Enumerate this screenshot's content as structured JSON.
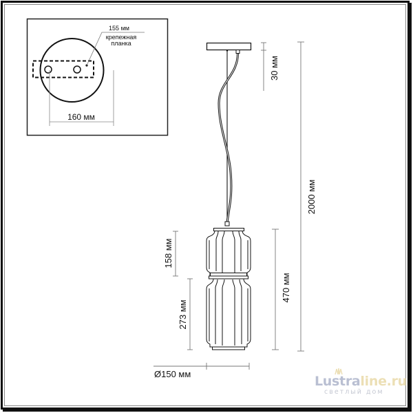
{
  "inset": {
    "bracket_width_label": "155 мм",
    "bracket_name_line1": "крепежная",
    "bracket_name_line2": "планка",
    "canopy_diameter_label": "160 мм"
  },
  "dimensions": {
    "canopy_height": "30 мм",
    "total_height": "2000 мм",
    "upper_shade_height": "158 мм",
    "lower_shade_height": "273 мм",
    "body_height": "470 мм",
    "diameter": "Ø150 мм"
  },
  "logo": {
    "part1": "Lustra",
    "part2": "line.ru",
    "tagline": "светлый дом",
    "color_part1": "#b9bfd2",
    "color_part2": "#ecdfb5"
  },
  "colors": {
    "line": "#111111",
    "dim_line": "#777777"
  }
}
